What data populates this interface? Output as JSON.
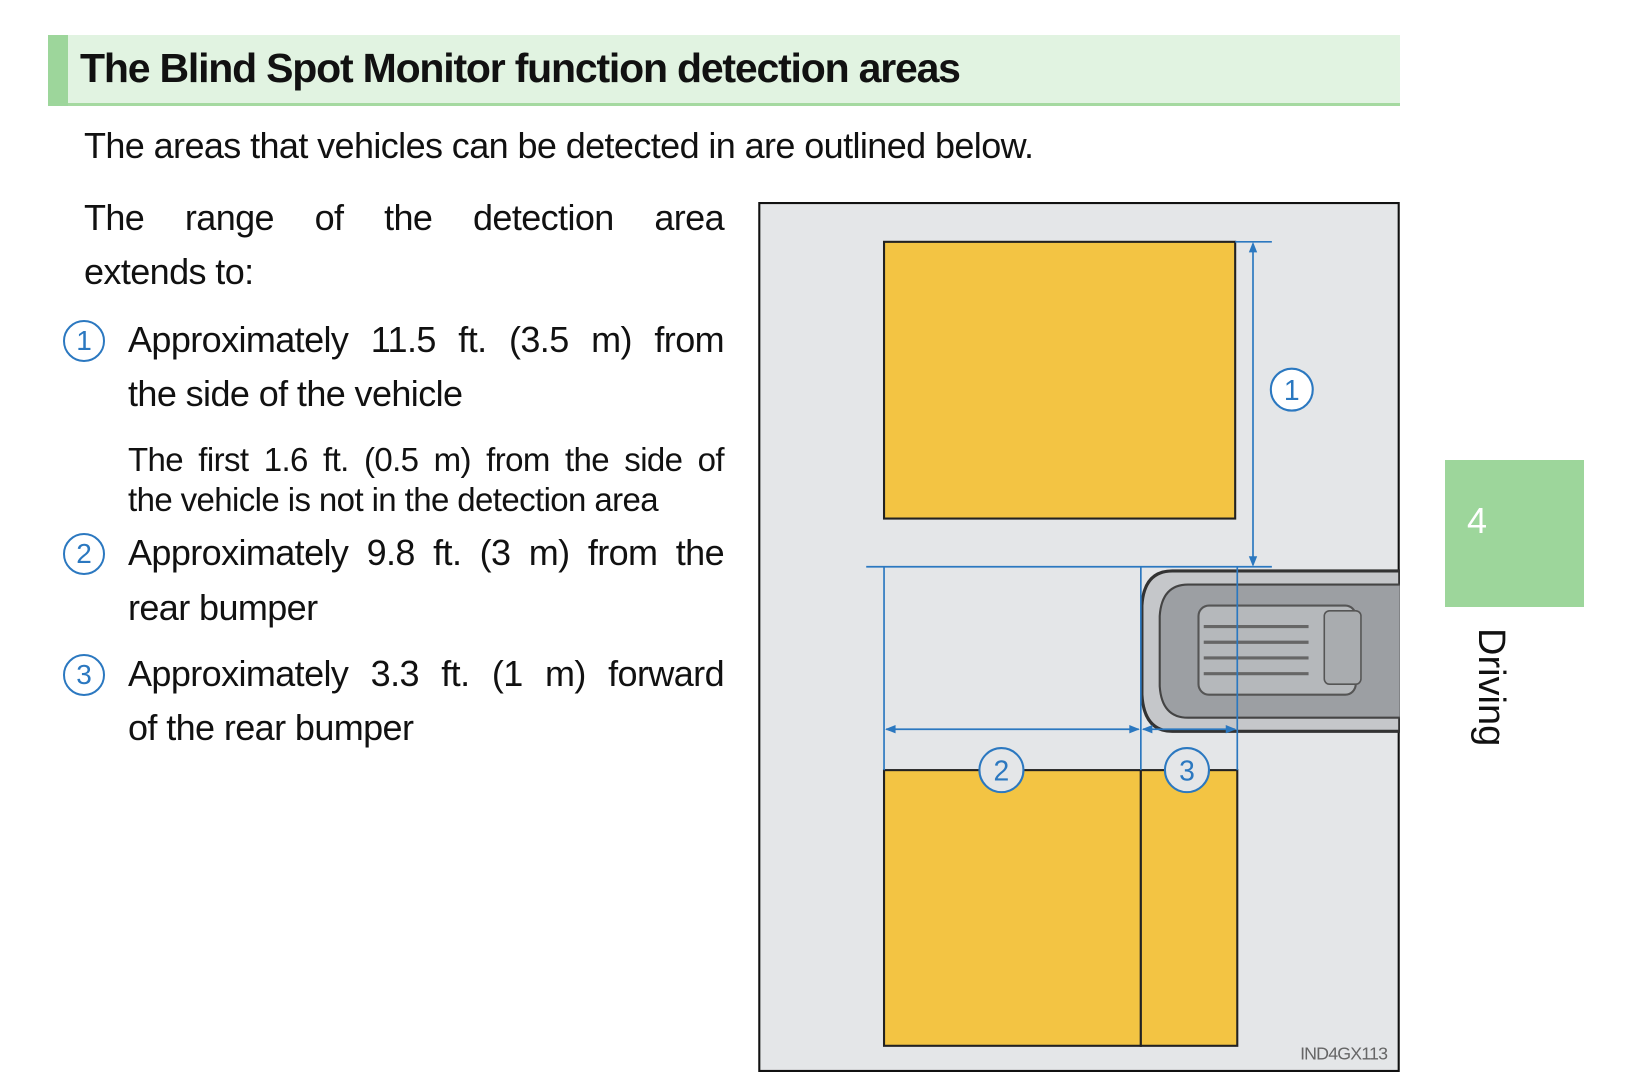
{
  "header": {
    "title": "The Blind Spot Monitor function detection areas"
  },
  "intro": "The areas that vehicles can be detected in are outlined below.",
  "range_intro": {
    "line1": "The range of the detection area",
    "line2": "extends to:"
  },
  "items": [
    {
      "number": "1",
      "line1": "Approximately 11.5 ft. (3.5 m) from",
      "line2": "the side of the vehicle",
      "note1": "The first 1.6 ft. (0.5 m) from the side of",
      "note2": "the vehicle is not in the detection area"
    },
    {
      "number": "2",
      "line1": "Approximately 9.8 ft. (3 m) from the",
      "line2": "rear bumper"
    },
    {
      "number": "3",
      "line1": "Approximately 3.3 ft. (1 m) forward",
      "line2": "of the rear bumper"
    }
  ],
  "diagram": {
    "label1": "1",
    "label2": "2",
    "label3": "3",
    "code": "IND4GX113",
    "zone_color": "#f3c443",
    "line_color": "#2b78c0",
    "bg_color": "#e4e6e8"
  },
  "side_tab": {
    "number": "4",
    "section": "Driving",
    "color": "#9dd69b"
  }
}
